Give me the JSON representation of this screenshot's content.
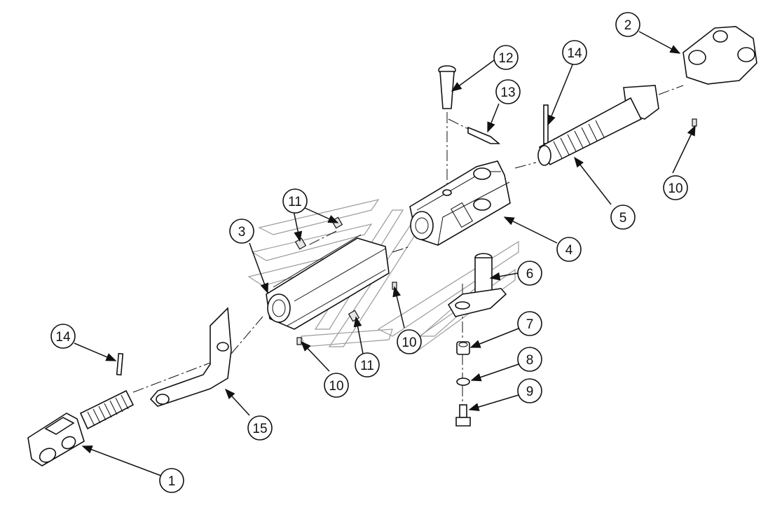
{
  "callouts": [
    {
      "id": "c1",
      "label": "1"
    },
    {
      "id": "c2",
      "label": "2"
    },
    {
      "id": "c3",
      "label": "3"
    },
    {
      "id": "c4",
      "label": "4"
    },
    {
      "id": "c5",
      "label": "5"
    },
    {
      "id": "c6",
      "label": "6"
    },
    {
      "id": "c7",
      "label": "7"
    },
    {
      "id": "c8",
      "label": "8"
    },
    {
      "id": "c9",
      "label": "9"
    },
    {
      "id": "c10a",
      "label": "10"
    },
    {
      "id": "c10b",
      "label": "10"
    },
    {
      "id": "c10c",
      "label": "10"
    },
    {
      "id": "c11a",
      "label": "11"
    },
    {
      "id": "c11b",
      "label": "11"
    },
    {
      "id": "c12",
      "label": "12"
    },
    {
      "id": "c13",
      "label": "13"
    },
    {
      "id": "c14a",
      "label": "14"
    },
    {
      "id": "c14b",
      "label": "14"
    },
    {
      "id": "c15",
      "label": "15"
    }
  ]
}
